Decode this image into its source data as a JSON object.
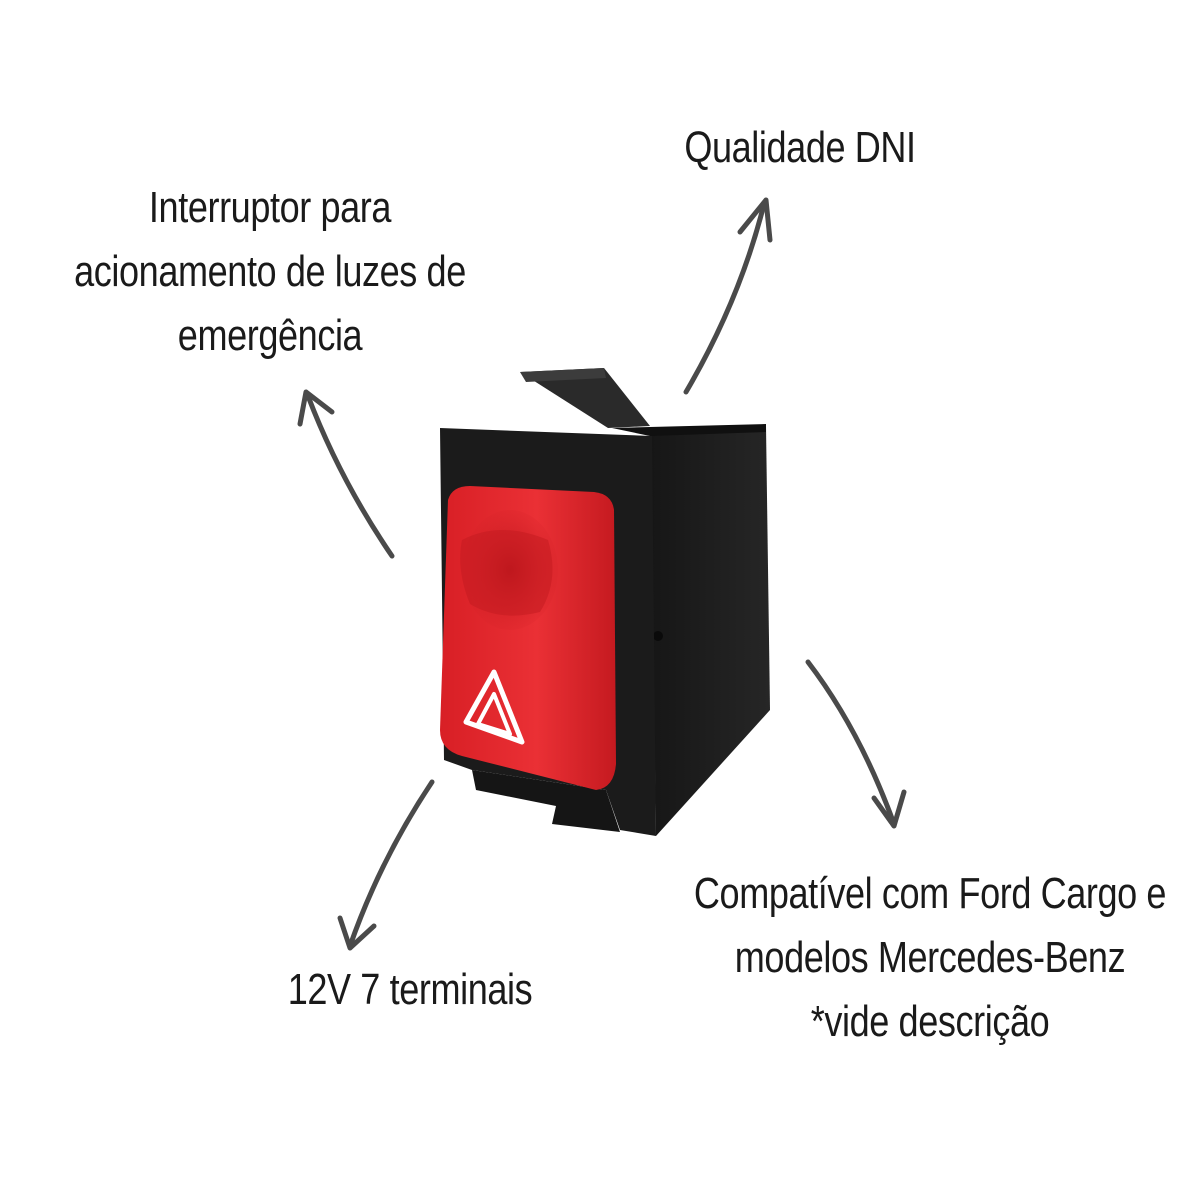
{
  "captions": {
    "top_left": [
      "Interruptor para",
      "acionamento de luzes de",
      "emergência"
    ],
    "top_right": [
      "Qualidade DNI"
    ],
    "bottom_left": [
      "12V 7 terminais"
    ],
    "bottom_right": [
      "Compatível com Ford Cargo e",
      "modelos Mercedes-Benz",
      "*vide descrição"
    ]
  },
  "colors": {
    "text": "#1a1a1a",
    "arrow": "#4a4a4a",
    "switch_body": "#1c1c1c",
    "rocker": "#e3262b",
    "hazard_symbol": "#ffffff"
  },
  "icons": [
    "hazard-triangle-icon"
  ]
}
